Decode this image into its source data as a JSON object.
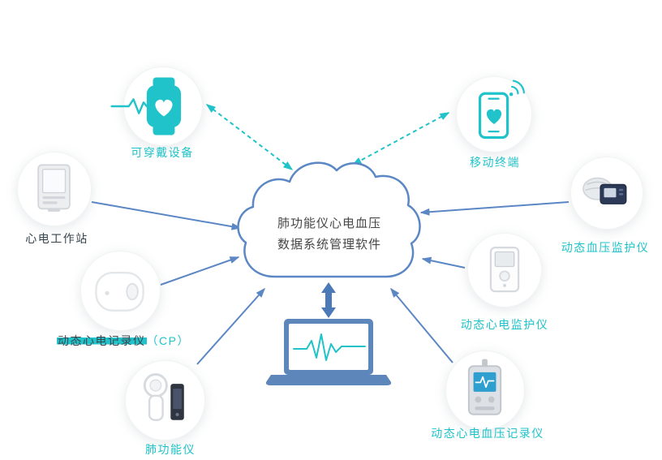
{
  "colors": {
    "teal_accent": "#1fc3c9",
    "blue_accent": "#5b87c5",
    "dark_label": "#36454f",
    "cloud_text": "#474747"
  },
  "cloud": {
    "line1": "肺功能仪心电血压",
    "line2": "数据系统管理软件"
  },
  "nodes": {
    "wearable": {
      "label": "可穿戴设备",
      "icon": "smartwatch-icon"
    },
    "mobile": {
      "label": "移动终端",
      "icon": "smartphone-icon"
    },
    "workstation": {
      "label": "心电工作站",
      "icon": "ecg-workstation-icon"
    },
    "holter": {
      "label": "动态心电记录仪",
      "suffix": "（CP）",
      "icon": "holter-recorder-icon"
    },
    "spirometer": {
      "label": "肺功能仪",
      "icon": "spirometer-icon"
    },
    "abpm": {
      "label": "动态血压监护仪",
      "icon": "bp-monitor-icon"
    },
    "monitor": {
      "label": "动态心电监护仪",
      "icon": "ecg-monitor-icon"
    },
    "recorder": {
      "label": "动态心电血压记录仪",
      "icon": "ecg-bp-recorder-icon"
    }
  },
  "terminal": {
    "icon": "laptop-ecg-icon"
  }
}
